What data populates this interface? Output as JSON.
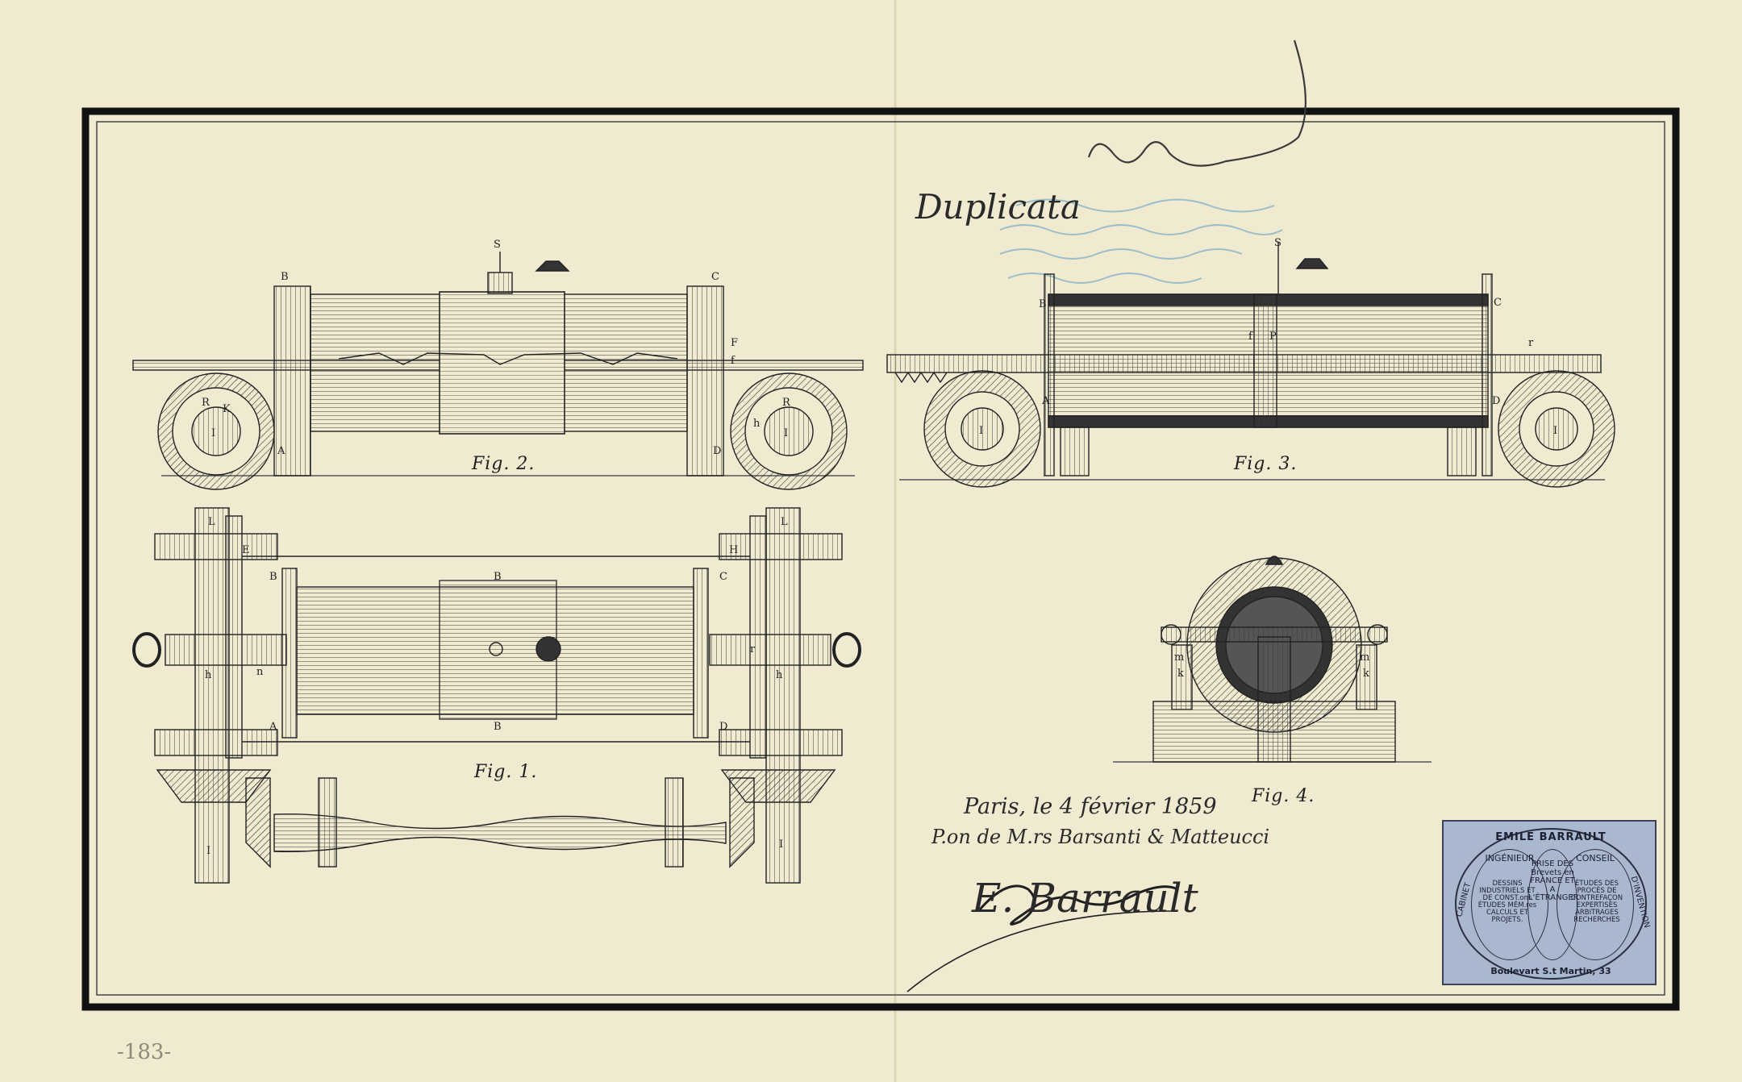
{
  "figures": {
    "fig2": "Fig. 2.",
    "fig3": "Fig. 3.",
    "fig1": "Fig. 1.",
    "fig4": "Fig. 4."
  },
  "annotations": {
    "duplicata": "Duplicata",
    "date_line": "Paris, le 4 février 1859",
    "applicants": "P.on de M.rs Barsanti & Matteucci",
    "signature": "E. Barrault",
    "page_number": "-183-"
  },
  "part_letters": {
    "fig2": [
      "S",
      "B",
      "C",
      "A",
      "D",
      "R",
      "K",
      "I",
      "R",
      "h",
      "I",
      "F",
      "f"
    ],
    "fig3": [
      "S",
      "B",
      "C",
      "A",
      "D",
      "P",
      "f",
      "r",
      "I",
      "I"
    ],
    "fig1": [
      "L",
      "L",
      "E",
      "H",
      "B",
      "C",
      "B",
      "B",
      "A",
      "D",
      "h",
      "n",
      "r",
      "h",
      "I",
      "I"
    ],
    "fig4": [
      "m",
      "k",
      "m",
      "k"
    ]
  },
  "stamp": {
    "name": "EMILE BARRAULT",
    "left_top": "INGÉNIEUR",
    "right_top": "CONSEIL",
    "left_body": "DESSINS INDUSTRIELS ET DE CONST.ons ÉTUDES MÉM.res CALCULS ET PROJETS.",
    "middle": "PRISE DES Brevets en FRANCE ET A L'ÉTRANGER",
    "right_body": "ÉTUDES DES PROCÈS DE CONTREFAÇON EXPERTISES ARBITRAGES RECHERCHES",
    "left_arc": "CABINET",
    "right_arc": "D'INVENTION",
    "address": "Boulevart S.t Martin, 33",
    "color": "#a9b7cf"
  },
  "colors": {
    "paper": "#efead0",
    "ink": "#1f1f1f",
    "frame": "#111111",
    "stamp_blue": "#a9b7cf",
    "blue_offset": "#7fb0c8"
  }
}
